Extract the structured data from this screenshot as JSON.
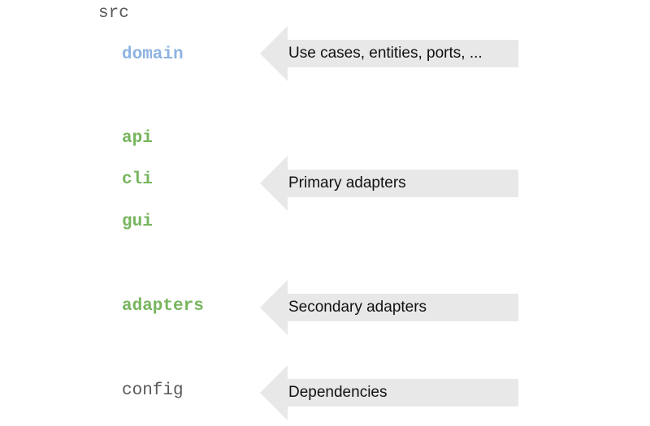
{
  "colors": {
    "domain": "#8db3e2",
    "adapter": "#77b55d",
    "plain": "#595959",
    "arrow_fill": "#e8e8e8"
  },
  "tree": {
    "root": "src",
    "domain": "domain",
    "api": "api",
    "cli": "cli",
    "gui": "gui",
    "adapters": "adapters",
    "config": "config"
  },
  "arrows": {
    "domain": "Use cases, entities, ports, ...",
    "primary": "Primary adapters",
    "secondary": "Secondary adapters",
    "dependencies": "Dependencies"
  }
}
